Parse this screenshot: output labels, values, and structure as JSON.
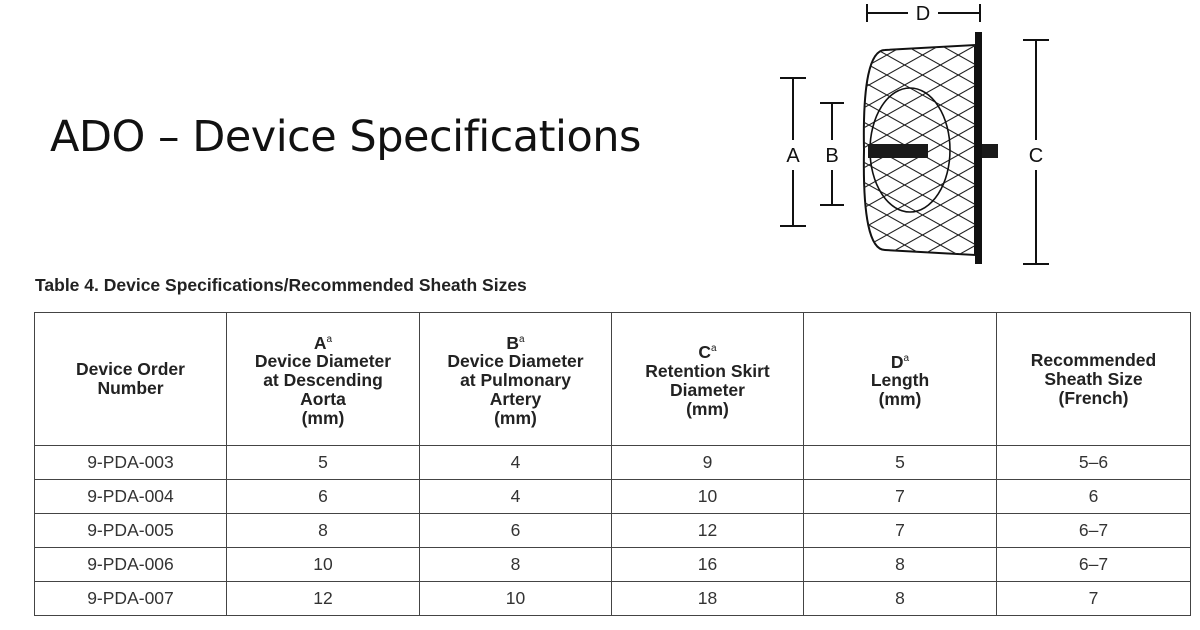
{
  "slide": {
    "title": "ADO – Device Specifications"
  },
  "diagram": {
    "label_a": "A",
    "label_b": "B",
    "label_c": "C",
    "label_d": "D"
  },
  "table": {
    "caption": "Table 4. Device Specifications/Recommended Sheath Sizes",
    "headers": [
      {
        "letter": "",
        "sup": "",
        "lines": [
          "Device Order",
          "Number"
        ]
      },
      {
        "letter": "A",
        "sup": "a",
        "lines": [
          "Device Diameter",
          "at Descending",
          "Aorta",
          "(mm)"
        ]
      },
      {
        "letter": "B",
        "sup": "a",
        "lines": [
          "Device Diameter",
          "at Pulmonary",
          "Artery",
          "(mm)"
        ]
      },
      {
        "letter": "C",
        "sup": "a",
        "lines": [
          "Retention Skirt",
          "Diameter",
          "(mm)"
        ]
      },
      {
        "letter": "D",
        "sup": "a",
        "lines": [
          "Length",
          "(mm)"
        ]
      },
      {
        "letter": "",
        "sup": "",
        "lines": [
          "Recommended",
          "Sheath Size",
          "(French)"
        ]
      }
    ],
    "rows": [
      [
        "9-PDA-003",
        "5",
        "4",
        "9",
        "5",
        "5–6"
      ],
      [
        "9-PDA-004",
        "6",
        "4",
        "10",
        "7",
        "6"
      ],
      [
        "9-PDA-005",
        "8",
        "6",
        "12",
        "7",
        "6–7"
      ],
      [
        "9-PDA-006",
        "10",
        "8",
        "16",
        "8",
        "6–7"
      ],
      [
        "9-PDA-007",
        "12",
        "10",
        "18",
        "8",
        "7"
      ]
    ]
  }
}
